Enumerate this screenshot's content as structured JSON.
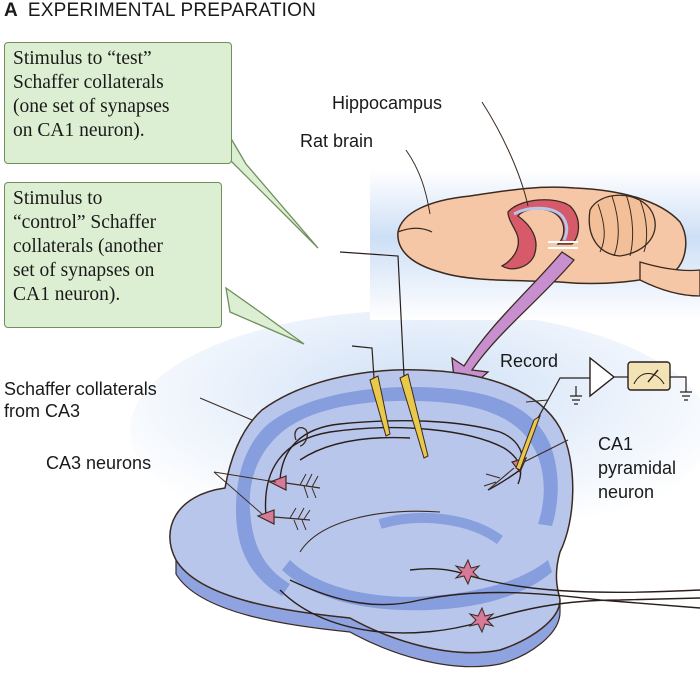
{
  "figure": {
    "panel_letter": "A",
    "title": "EXPERIMENTAL PREPARATION"
  },
  "callouts": {
    "test_stimulus": [
      "Stimulus to “test”",
      "Schaffer collaterals",
      "(one set of synapses",
      "on CA1 neuron)."
    ],
    "control_stimulus": [
      "Stimulus to",
      "“control” Schaffer",
      "collaterals (another",
      "set of synapses on",
      "CA1 neuron)."
    ]
  },
  "labels": {
    "hippocampus": "Hippocampus",
    "rat_brain": "Rat brain",
    "record": "Record",
    "schaffer_collaterals": [
      "Schaffer collaterals",
      "from CA3"
    ],
    "ca3_neurons": "CA3 neurons",
    "ca1_neuron": [
      "CA1",
      "pyramidal",
      "neuron"
    ]
  },
  "colors": {
    "callout_fill": "#ddefd2",
    "slice_fill": "#b9c6ec",
    "slice_band": "#7d96dc",
    "brain_fill": "#f6c7a6",
    "hippocampus_fill": "#d65a6a",
    "arrow_fill": "#c88fcf",
    "electrode_fill": "#e9c94a",
    "neuron_fill": "#d77a9a",
    "meter_fill": "#f3e2b6"
  }
}
